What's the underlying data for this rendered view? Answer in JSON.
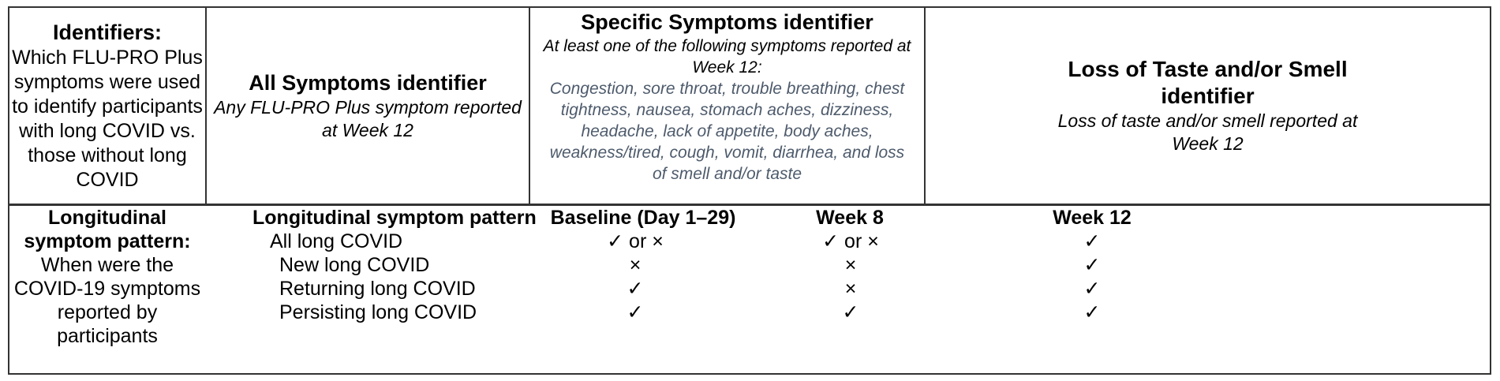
{
  "identifiers": {
    "heading": "Identifiers:",
    "description_lines": [
      "Which FLU-PRO Plus",
      "symptoms were used",
      "to identify participants",
      "with long COVID vs.",
      "those without long",
      "COVID"
    ]
  },
  "all_symptoms": {
    "title": "All Symptoms identifier",
    "subtitle_lines": [
      "Any FLU-PRO Plus symptom reported",
      "at Week 12"
    ]
  },
  "specific_symptoms": {
    "title": "Specific Symptoms identifier",
    "subtitle_lines": [
      "At least one of the following symptoms reported at",
      "Week 12:"
    ],
    "symptom_lines": [
      "Congestion, sore throat, trouble breathing, chest",
      "tightness, nausea, stomach aches, dizziness,",
      "headache, lack of appetite, body aches,",
      "weakness/tired, cough, vomit, diarrhea, and loss",
      "of smell and/or taste"
    ]
  },
  "taste_smell": {
    "title_lines": [
      "Loss of Taste and/or Smell",
      "identifier"
    ],
    "subtitle_lines": [
      "Loss of taste and/or smell reported at",
      "Week 12"
    ]
  },
  "longitudinal": {
    "heading_lines": [
      "Longitudinal",
      "symptom pattern:"
    ],
    "description_lines": [
      "When were the",
      "COVID-19 symptoms",
      "reported by",
      "participants"
    ],
    "pattern_header": "Longitudinal symptom pattern",
    "columns": [
      "Baseline (Day 1–29)",
      "Week 8",
      "Week 12"
    ],
    "rows": [
      {
        "label": "All long COVID",
        "values": [
          "✓ or ×",
          "✓ or ×",
          "✓"
        ]
      },
      {
        "label": "New long COVID",
        "values": [
          "×",
          "×",
          "✓"
        ]
      },
      {
        "label": "Returning long COVID",
        "values": [
          "✓",
          "×",
          "✓"
        ]
      },
      {
        "label": "Persisting long COVID",
        "values": [
          "✓",
          "✓",
          "✓"
        ]
      }
    ]
  }
}
